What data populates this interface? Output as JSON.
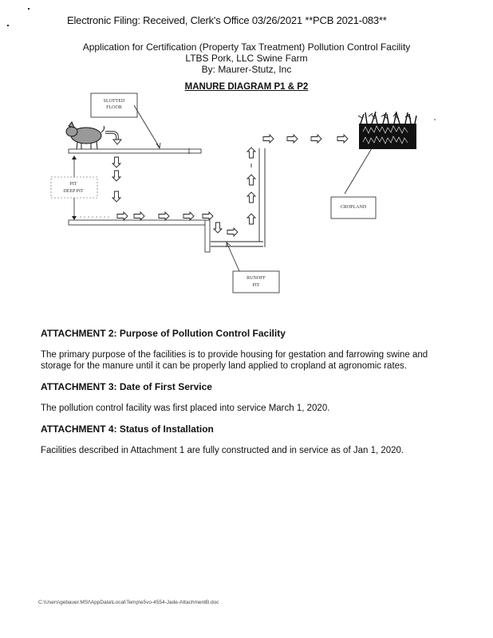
{
  "stamp": "Electronic Filing: Received, Clerk's Office 03/26/2021 **PCB 2021-083**",
  "header": {
    "line1": "Application for Certification (Property Tax Treatment) Pollution Control Facility",
    "line2": "LTBS Pork, LLC Swine Farm",
    "line3": "By: Maurer-Stutz, Inc"
  },
  "diagram": {
    "title": "MANURE DIAGRAM P1 & P2",
    "labels": {
      "slotted_line1": "SLOTTED",
      "slotted_line2": "FLOOR",
      "pit_line1": "PIT",
      "pit_line2": "DEEP PIT",
      "runoff_line1": "RUNOFF",
      "runoff_line2": "PIT",
      "cropland": "CROPLAND"
    }
  },
  "sections": [
    {
      "heading": "ATTACHMENT 2: Purpose of Pollution Control Facility",
      "body": "The primary purpose of the facilities is to provide housing for gestation and farrowing swine and storage for the manure until it can be properly land applied to cropland at agronomic rates."
    },
    {
      "heading": "ATTACHMENT 3: Date of First Service",
      "body": "The pollution control facility was first placed into service March 1, 2020."
    },
    {
      "heading": "ATTACHMENT 4: Status of Installation",
      "body": "Facilities described in Attachment 1 are fully constructed and in service as of Jan 1, 2020."
    }
  ],
  "footer": "C:\\Users\\gebauer.MSI\\AppData\\Local\\Temp\\e5vo-4554-Jade-AttachmentB.doc"
}
